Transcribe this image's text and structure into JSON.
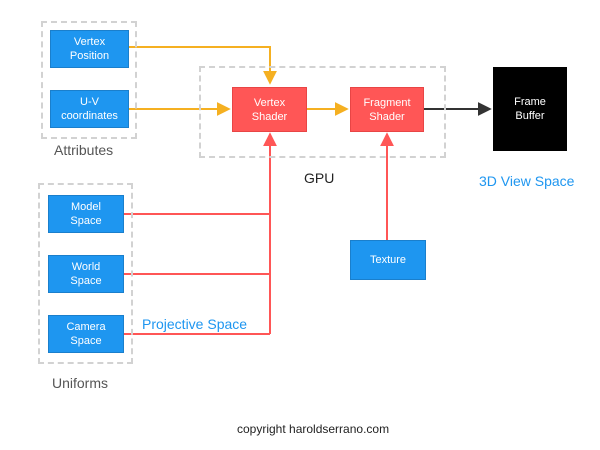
{
  "colors": {
    "blue_node": "#1e96f0",
    "red_node": "#ff5656",
    "black_node": "#000000",
    "attribute_arrow": "#f5b021",
    "uniform_arrow": "#ff5656",
    "output_arrow": "#333333",
    "group_border": "#d2d2d2",
    "blue_label": "#1e96f0"
  },
  "groups": {
    "attributes": {
      "label": "Attributes"
    },
    "uniforms": {
      "label": "Uniforms"
    },
    "gpu": {
      "label": "GPU"
    }
  },
  "nodes": {
    "vertex_position": {
      "line1": "Vertex",
      "line2": "Position"
    },
    "uv_coordinates": {
      "line1": "U-V",
      "line2": "coordinates"
    },
    "vertex_shader": {
      "line1": "Vertex",
      "line2": "Shader"
    },
    "fragment_shader": {
      "line1": "Fragment",
      "line2": "Shader"
    },
    "frame_buffer": {
      "line1": "Frame",
      "line2": "Buffer"
    },
    "model_space": {
      "line1": "Model",
      "line2": "Space"
    },
    "world_space": {
      "line1": "World",
      "line2": "Space"
    },
    "camera_space": {
      "line1": "Camera",
      "line2": "Space"
    },
    "texture": {
      "label": "Texture"
    }
  },
  "annotations": {
    "view_space": "3D View Space",
    "projective_space": "Projective Space"
  },
  "footer": {
    "copyright": "copyright haroldserrano.com"
  }
}
